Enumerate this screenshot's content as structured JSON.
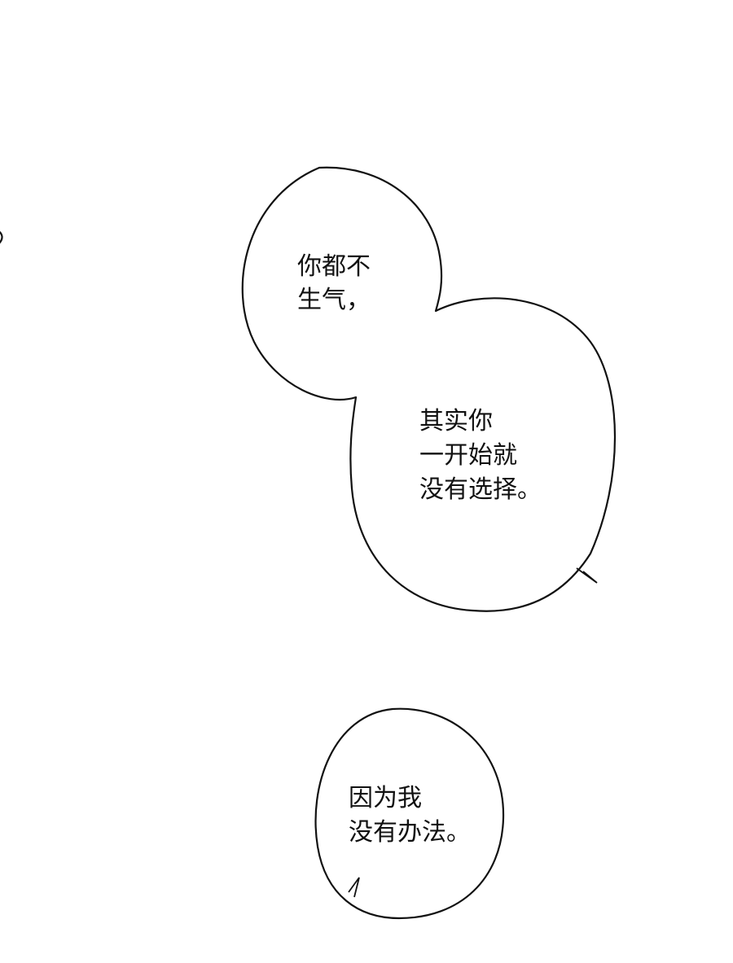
{
  "page": {
    "background": "#ffffff",
    "line_color": "#111111"
  },
  "bubbles": [
    {
      "name": "speech-bubble-1",
      "lines": [
        "你都不",
        "生气，"
      ]
    },
    {
      "name": "speech-bubble-2",
      "lines": [
        "其实你",
        "一开始就",
        "没有选择。"
      ]
    },
    {
      "name": "speech-bubble-3",
      "lines": [
        "因为我",
        "没有办法。"
      ]
    }
  ]
}
